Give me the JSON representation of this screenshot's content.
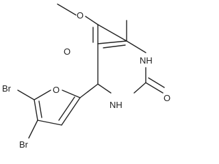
{
  "molecule": {
    "atoms": {
      "o_methoxy": "O",
      "o_carbonyl": "O",
      "n_upper": "NH",
      "n_lower": "NH",
      "o_urea": "O",
      "o_furan": "O",
      "br_left": "Br",
      "br_lower": "Br"
    }
  },
  "colors": {
    "ink": "#222222",
    "background": "#ffffff"
  }
}
